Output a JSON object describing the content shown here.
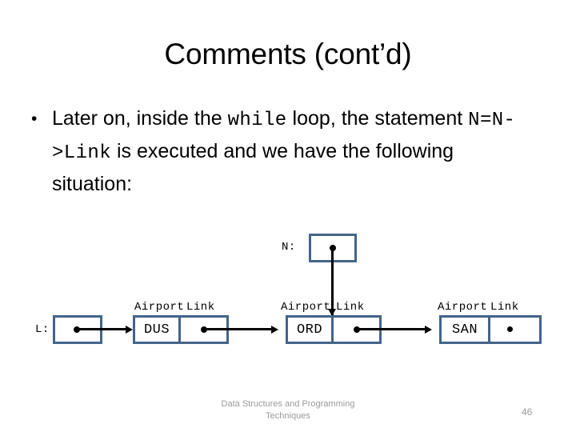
{
  "slide": {
    "title": "Comments (cont’d)",
    "page_number": "46",
    "footer_line1": "Data Structures and Programming",
    "footer_line2": "Techniques",
    "accent_box_color": "#43648a",
    "line_color": "#000000",
    "footer_color": "#9a9a9a"
  },
  "body": {
    "bullet_marker": "•",
    "text_part_1": "Later on, inside the ",
    "code_1": "while",
    "text_part_2": " loop, the statement ",
    "code_2": "N=N->Link",
    "text_part_3": " is executed and we have the following situation:"
  },
  "diagram": {
    "pointer_n": {
      "label": "N:",
      "dot": "filled-dot"
    },
    "pointer_l": {
      "label": "L:",
      "dot": "filled-dot"
    },
    "field_header": {
      "airport": "Airport",
      "link": "Link"
    },
    "nodes": [
      {
        "airport": "DUS",
        "link_dot": "filled-dot",
        "header_airport": "Airport",
        "header_link": "Link"
      },
      {
        "airport": "ORD",
        "link_dot": "filled-dot",
        "header_airport": "Airport",
        "header_link": "Link"
      },
      {
        "airport": "SAN",
        "link_dot": "filled-dot",
        "header_airport": "Airport",
        "header_link": "Link"
      }
    ]
  }
}
